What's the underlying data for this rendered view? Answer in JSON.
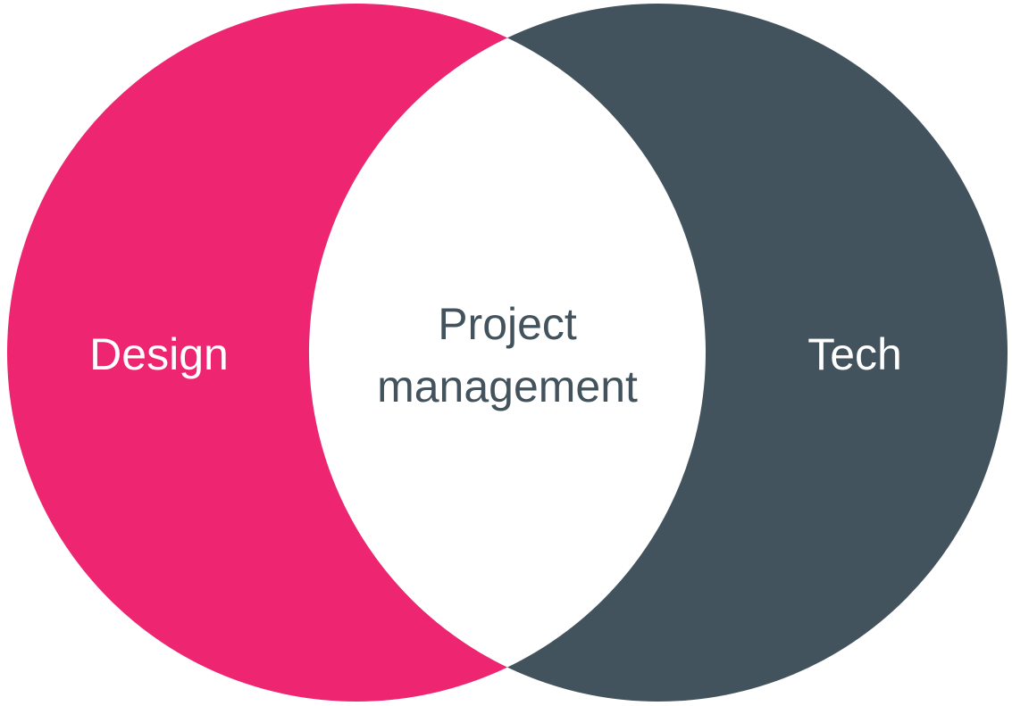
{
  "diagram": {
    "type": "venn",
    "sets": [
      {
        "label": "Design",
        "color": "#EE2570"
      },
      {
        "label": "Tech",
        "color": "#43535D"
      }
    ],
    "intersection": {
      "line1": "Project",
      "line2": "management",
      "color": "#ffffff",
      "text_color": "#43535D"
    },
    "label_color": "#ffffff"
  }
}
